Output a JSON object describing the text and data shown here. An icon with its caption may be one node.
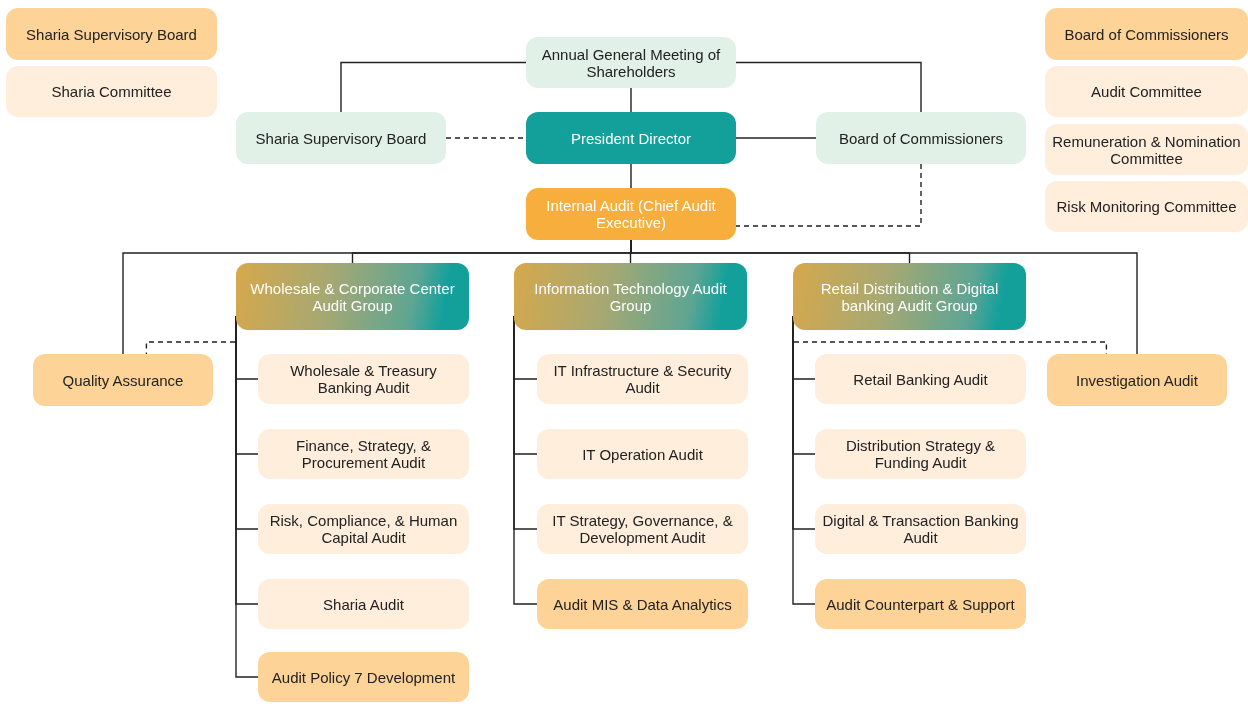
{
  "diagram": {
    "nodes": [
      {
        "text": [
          "Sharia Supervisory Board"
        ]
      },
      {
        "text": [
          "Sharia Committee"
        ]
      },
      {
        "text": [
          "Board of Commissioners"
        ]
      },
      {
        "text": [
          "Audit Committee"
        ]
      },
      {
        "text": [
          "Remuneration & Nomination Committee"
        ]
      },
      {
        "text": [
          "Risk Monitoring Committee"
        ]
      },
      {
        "text": [
          "Annual General Meeting of Shareholders"
        ]
      },
      {
        "text": [
          "Sharia Supervisory Board"
        ]
      },
      {
        "text": [
          "President Director"
        ]
      },
      {
        "text": [
          "Board of Commissioners"
        ]
      },
      {
        "text": [
          "Internal Audit (Chief Audit Executive)"
        ]
      },
      {
        "text": [
          "Quality Assurance"
        ]
      },
      {
        "text": [
          "Wholesale & Corporate Center Audit Group"
        ]
      },
      {
        "text": [
          "Information Technology Audit Group"
        ]
      },
      {
        "text": [
          "Retail Distribution & Digital banking Audit Group"
        ]
      },
      {
        "text": [
          "Investigation Audit"
        ]
      },
      {
        "text": [
          "Wholesale & Treasury Banking Audit"
        ]
      },
      {
        "text": [
          "Finance, Strategy, & Procurement Audit"
        ]
      },
      {
        "text": [
          "Risk, Compliance, & Human Capital Audit"
        ]
      },
      {
        "text": [
          "Sharia Audit"
        ]
      },
      {
        "text": [
          "Audit Policy 7 Development"
        ]
      },
      {
        "text": [
          "IT Infrastructure & Security Audit"
        ]
      },
      {
        "text": [
          "IT Operation Audit"
        ]
      },
      {
        "text": [
          "IT Strategy, Governance, & Development Audit"
        ]
      },
      {
        "text": [
          "Audit MIS & Data Analytics"
        ]
      },
      {
        "text": [
          "Retail Banking Audit"
        ]
      },
      {
        "text": [
          "Distribution Strategy & Funding Audit"
        ]
      },
      {
        "text": [
          "Digital & Transaction Banking Audit"
        ]
      },
      {
        "text": [
          "Audit Counterpart & Support"
        ]
      }
    ],
    "edges": [
      {
        "from": 6,
        "to": 7,
        "arrow": "none"
      },
      {
        "from": 6,
        "to": 9,
        "arrow": "none"
      },
      {
        "from": 6,
        "to": 8,
        "arrow": "none"
      },
      {
        "from": 7,
        "to": 8,
        "arrow": "none",
        "style": "dashed"
      },
      {
        "from": 8,
        "to": 9,
        "arrow": "none"
      },
      {
        "from": 8,
        "to": 10,
        "arrow": "none"
      },
      {
        "from": 9,
        "to": 10,
        "arrow": "none",
        "style": "dashed"
      },
      {
        "from": 10,
        "to": 11,
        "arrow": "none"
      },
      {
        "from": 10,
        "to": 12,
        "arrow": "none"
      },
      {
        "from": 10,
        "to": 13,
        "arrow": "none"
      },
      {
        "from": 10,
        "to": 14,
        "arrow": "none"
      },
      {
        "from": 10,
        "to": 15,
        "arrow": "none"
      },
      {
        "from": 12,
        "to": 11,
        "arrow": "none",
        "style": "dashed"
      },
      {
        "from": 12,
        "to": 16,
        "arrow": "none"
      },
      {
        "from": 12,
        "to": 17,
        "arrow": "none"
      },
      {
        "from": 12,
        "to": 18,
        "arrow": "none"
      },
      {
        "from": 12,
        "to": 19,
        "arrow": "none"
      },
      {
        "from": 12,
        "to": 20,
        "arrow": "none"
      },
      {
        "from": 13,
        "to": 21,
        "arrow": "none"
      },
      {
        "from": 13,
        "to": 22,
        "arrow": "none"
      },
      {
        "from": 13,
        "to": 23,
        "arrow": "none"
      },
      {
        "from": 13,
        "to": 24,
        "arrow": "none"
      },
      {
        "from": 14,
        "to": 25,
        "arrow": "none"
      },
      {
        "from": 14,
        "to": 26,
        "arrow": "none"
      },
      {
        "from": 14,
        "to": 27,
        "arrow": "none"
      },
      {
        "from": 14,
        "to": 28,
        "arrow": "none"
      },
      {
        "from": 14,
        "to": 15,
        "arrow": "none",
        "style": "dashed"
      }
    ]
  }
}
